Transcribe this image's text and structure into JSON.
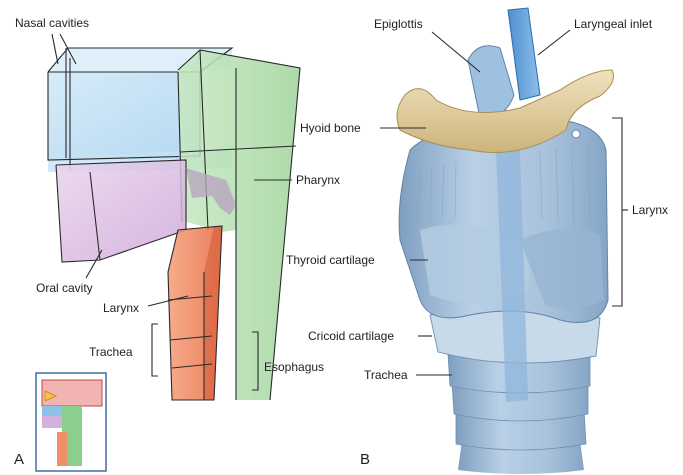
{
  "panel_a": {
    "letter": "A",
    "labels": {
      "nasal": "Nasal cavities",
      "pharynx": "Pharynx",
      "oral": "Oral cavity",
      "larynx": "Larynx",
      "trachea": "Trachea",
      "esophagus": "Esophagus"
    }
  },
  "panel_b": {
    "letter": "B",
    "labels": {
      "epiglottis": "Epiglottis",
      "inlet": "Laryngeal inlet",
      "hyoid": "Hyoid bone",
      "larynx": "Larynx",
      "thyroid": "Thyroid cartilage",
      "cricoid": "Cricoid cartilage",
      "trachea": "Trachea"
    }
  },
  "colors": {
    "nasal": "#b9dcf2",
    "oral": "#dcc0e2",
    "pharynx": "#b4ddb0",
    "larynx": "#f08f6a",
    "esophagus": "#9fd6a0",
    "cartilage": "#a8c3dc",
    "bone": "#e2cfa2"
  }
}
